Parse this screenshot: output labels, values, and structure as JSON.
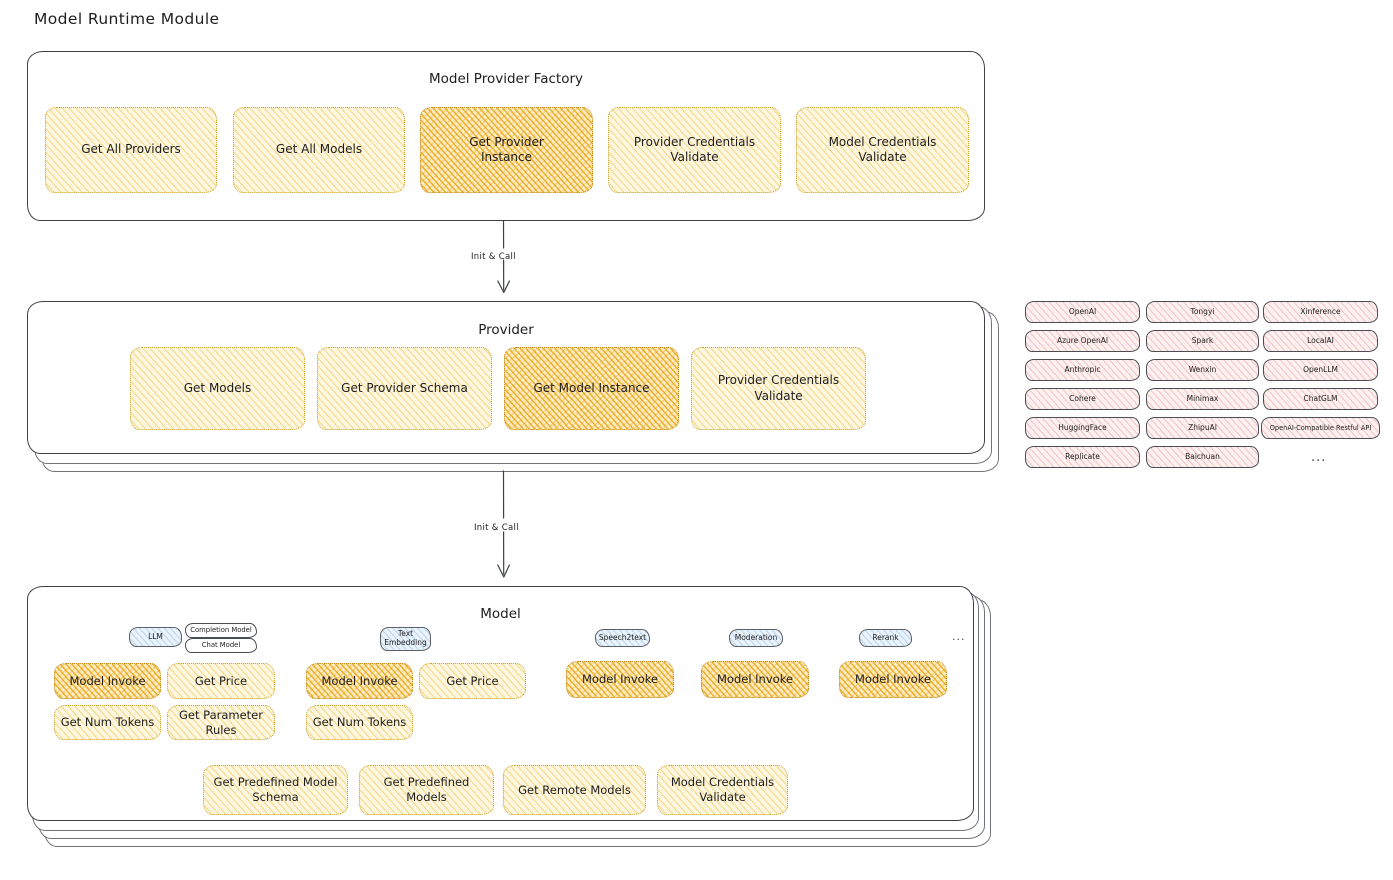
{
  "title": "Model Runtime Module",
  "sections": {
    "factory": {
      "title": "Model Provider Factory",
      "boxes": [
        {
          "label": "Get All Providers",
          "highlight": false
        },
        {
          "label": "Get All Models",
          "highlight": false
        },
        {
          "label": "Get Provider\nInstance",
          "highlight": true
        },
        {
          "label": "Provider Credentials\nValidate",
          "highlight": false
        },
        {
          "label": "Model Credentials\nValidate",
          "highlight": false
        }
      ]
    },
    "provider": {
      "title": "Provider",
      "boxes": [
        {
          "label": "Get Models",
          "highlight": false
        },
        {
          "label": "Get Provider Schema",
          "highlight": false
        },
        {
          "label": "Get Model Instance",
          "highlight": true
        },
        {
          "label": "Provider Credentials\nValidate",
          "highlight": false
        }
      ]
    },
    "model": {
      "title": "Model",
      "model_types": [
        {
          "name": "LLM",
          "kind": "blue",
          "sub_chips": [
            {
              "label": "Completion Model",
              "kind": "white"
            },
            {
              "label": "Chat Model",
              "kind": "white"
            }
          ],
          "methods": [
            {
              "label": "Model Invoke",
              "highlight": true
            },
            {
              "label": "Get Price",
              "highlight": false
            },
            {
              "label": "Get Num Tokens",
              "highlight": false
            },
            {
              "label": "Get Parameter\nRules",
              "highlight": false
            }
          ]
        },
        {
          "name": "Text\nEmbedding",
          "kind": "blue",
          "sub_chips": [],
          "methods": [
            {
              "label": "Model Invoke",
              "highlight": true
            },
            {
              "label": "Get Price",
              "highlight": false
            },
            {
              "label": "Get Num Tokens",
              "highlight": false
            }
          ]
        },
        {
          "name": "Speech2text",
          "kind": "blue",
          "sub_chips": [],
          "methods": [
            {
              "label": "Model Invoke",
              "highlight": true
            }
          ]
        },
        {
          "name": "Moderation",
          "kind": "blue",
          "sub_chips": [],
          "methods": [
            {
              "label": "Model Invoke",
              "highlight": true
            }
          ]
        },
        {
          "name": "Rerank",
          "kind": "blue",
          "sub_chips": [],
          "methods": [
            {
              "label": "Model Invoke",
              "highlight": true
            }
          ]
        }
      ],
      "more_indicator": "...",
      "common_methods": [
        {
          "label": "Get Predefined Model\nSchema"
        },
        {
          "label": "Get Predefined\nModels"
        },
        {
          "label": "Get Remote Models"
        },
        {
          "label": "Model Credentials\nValidate"
        }
      ]
    }
  },
  "arrows": [
    {
      "label": "Init & Call"
    },
    {
      "label": "Init & Call"
    }
  ],
  "provider_list": {
    "columns": [
      {
        "items": [
          "OpenAI",
          "Azure OpenAI",
          "Anthropic",
          "Cohere",
          "HuggingFace",
          "Replicate"
        ]
      },
      {
        "items": [
          "Tongyi",
          "Spark",
          "Wenxin",
          "Minimax",
          "ZhipuAI",
          "Baichuan"
        ]
      },
      {
        "items": [
          "Xinference",
          "LocalAI",
          "OpenLLM",
          "ChatGLM",
          "OpenAI-Compatible Restful API"
        ]
      }
    ],
    "more_indicator": "..."
  },
  "colors": {
    "amber_fill": "#fdf6e0",
    "amber_strong_fill": "#fdecc4",
    "amber_stroke": "#c9a227",
    "pink_fill": "#fdf0f0",
    "blue_fill": "#eaf3fb",
    "ink": "#1e1e1e",
    "border": "#3d4146"
  }
}
